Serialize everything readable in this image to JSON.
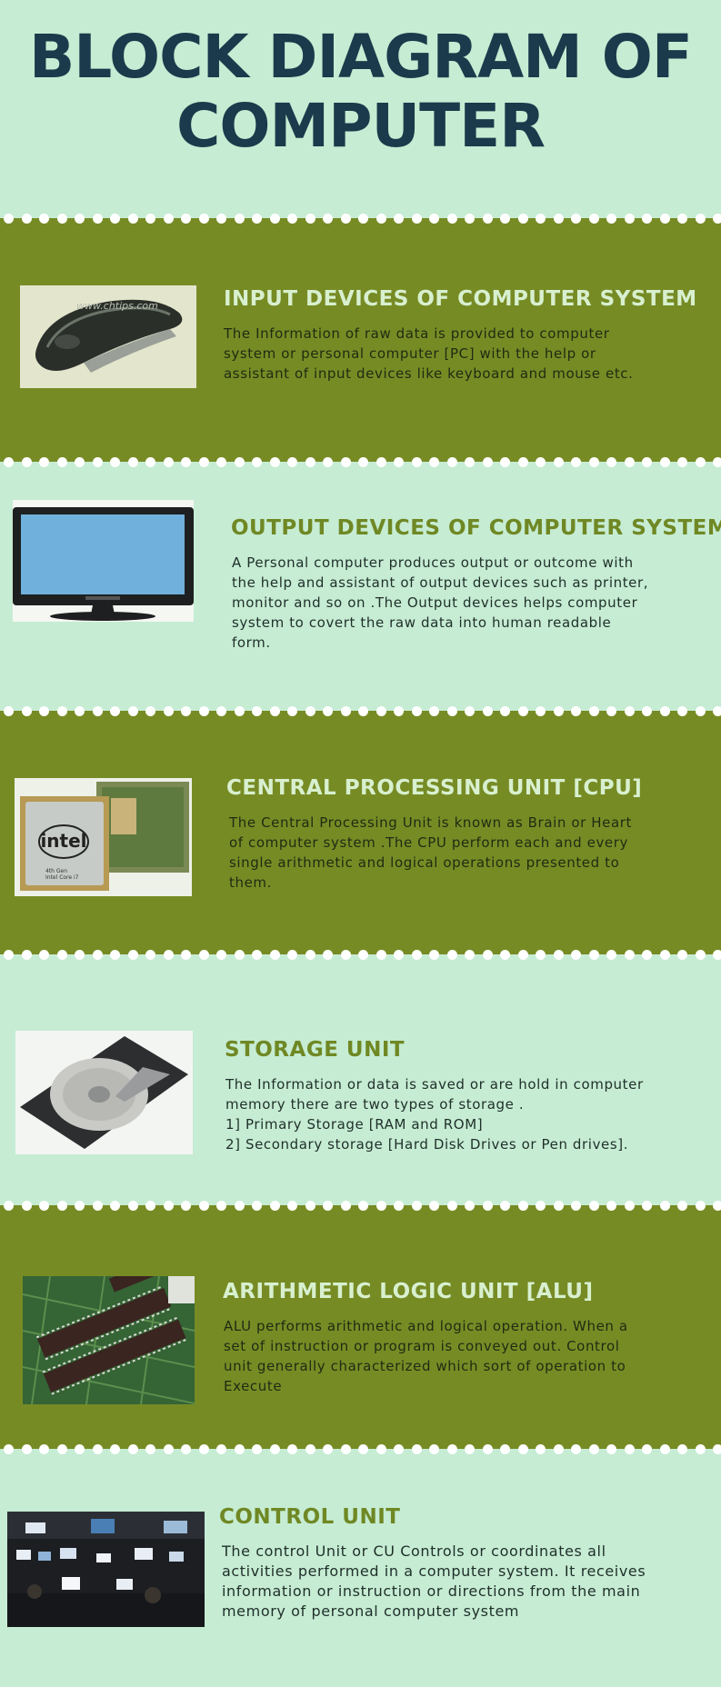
{
  "title_lines": [
    "BLOCK DIAGRAM OF",
    "COMPUTER"
  ],
  "colors": {
    "green_band": "#778b25",
    "light_band": "#c6ecd3",
    "title": "#1b3a4b",
    "accent_title_light": "#6f8824",
    "accent_title_green": "#d8f0cf"
  },
  "sections": [
    {
      "title": "INPUT DEVICES OF COMPUTER SYSTEM",
      "lines": [
        "The Information of raw data is provided to computer",
        "system  or personal computer [PC] with the help or",
        "assistant of input devices like keyboard and mouse etc."
      ],
      "image": "mouse-image",
      "watermark": "www.chtips.com"
    },
    {
      "title": "OUTPUT DEVICES OF COMPUTER SYSTEM",
      "lines": [
        "A Personal computer produces output or outcome with",
        "the help and assistant of output devices such as printer,",
        "monitor and so on .The Output devices helps computer",
        "system to covert the raw data into human readable",
        "form."
      ],
      "image": "monitor-image"
    },
    {
      "title": "CENTRAL PROCESSING UNIT [CPU]",
      "lines": [
        "The Central Processing Unit is known as Brain or Heart",
        "of computer system .The CPU perform each and every",
        "single arithmetic and logical operations presented to",
        "them."
      ],
      "image": "cpu-image",
      "chip_brand": "intel",
      "chip_line1": "4th Gen",
      "chip_line2": "Intel Core i7"
    },
    {
      "title": "STORAGE UNIT",
      "lines": [
        "The Information or data is saved or are hold in computer",
        "memory there are two types of storage .",
        "1] Primary Storage [RAM and ROM]",
        "2] Secondary storage [Hard Disk Drives or Pen drives]."
      ],
      "image": "hard-disk-image"
    },
    {
      "title": "ARITHMETIC LOGIC UNIT [ALU]",
      "lines": [
        "ALU performs arithmetic and logical operation. When a",
        "set of instruction or program is conveyed out. Control",
        "unit generally characterized which sort of operation to",
        "Execute"
      ],
      "image": "circuit-board-image"
    },
    {
      "title": "CONTROL UNIT",
      "lines": [
        "The control Unit or CU Controls or coordinates all",
        "activities performed in a computer system. It receives",
        "information or instruction or directions from the main",
        "memory of personal computer system"
      ],
      "image": "control-room-image"
    }
  ]
}
